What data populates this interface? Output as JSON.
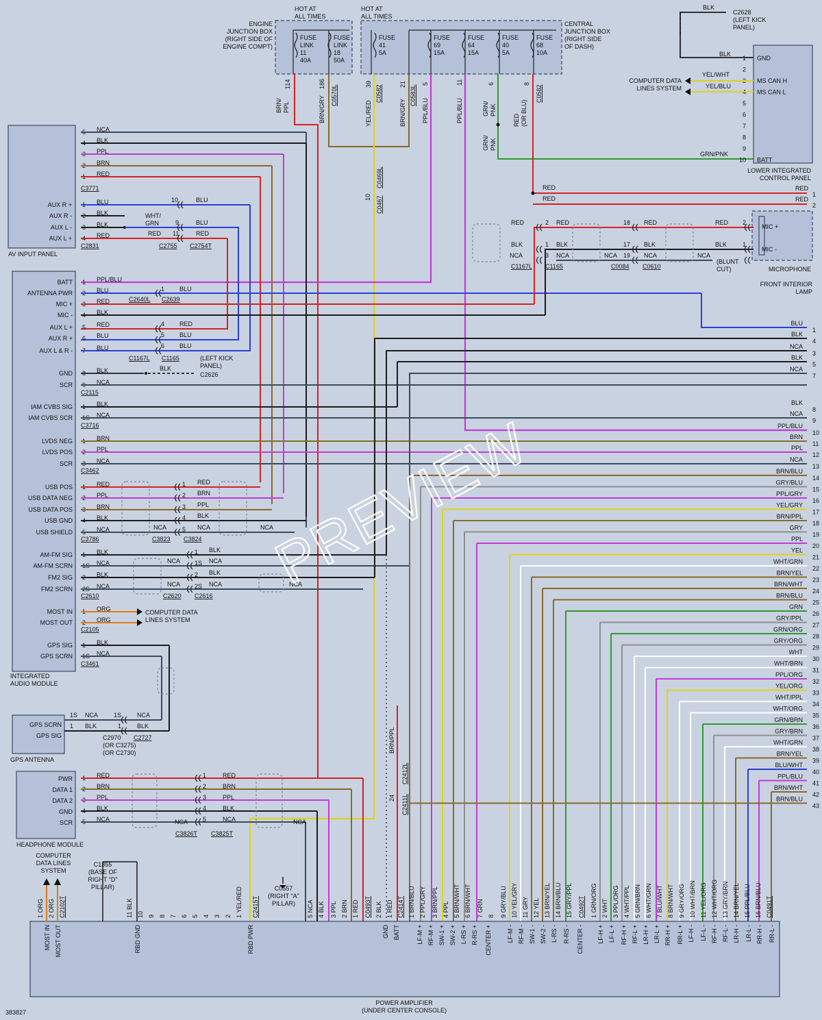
{
  "diagram_id": "383827",
  "watermark": "PREVIEW",
  "colors": {
    "RED": "#d62222",
    "BLK": "#1c1c1c",
    "BLU": "#2b3fd6",
    "PPL": "#c23bd6",
    "BRN": "#8a6a2a",
    "NCA": "#3a4a5a",
    "ORG": "#e07a18",
    "YEL": "#e0d21a",
    "GRN": "#2f9a2f",
    "WHT": "#ffffff",
    "GRY": "#8e8e8e"
  },
  "top": {
    "ejb_hot": "HOT AT\nALL TIMES",
    "ejb_label": "ENGINE\nJUNCTION BOX\n(RIGHT SIDE OF\nENGINE COMPT)",
    "cjb_hot": "HOT AT\nALL TIMES",
    "cjb_label": "CENTRAL\nJUNCTION BOX\n(RIGHT SIDE\nOF DASH)",
    "fuses": [
      "FUSE\nLINK\n11\n40A",
      "FUSE\nLINK\n18\n50A",
      "FUSE\n41\n5A",
      "FUSE\n69\n15A",
      "FUSE\n64\n15A",
      "FUSE\n40\n5A",
      "FUSE\n68\n10A"
    ],
    "vwires": [
      "BRN/\nPPL",
      "114",
      "BRN/GRY",
      "186",
      "C0570L",
      "YEL/RED",
      "39",
      "C0582",
      "BRN/GRY",
      "21",
      "C0583L",
      "5",
      "PPL/BLU",
      "11",
      "PPL/BLU",
      "6",
      "GRN/\nPNK",
      "8",
      "RED\n(OR BLU)",
      "C0582",
      "GRN/\nPNK"
    ],
    "c0469": "C0469L",
    "c0467": "C0467",
    "pin10": "10"
  },
  "licp": {
    "title": "LOWER INTEGRATED\nCONTROL PANEL",
    "pins": [
      "GND",
      "",
      "MS CAN H",
      "MS CAN L",
      "",
      "",
      "",
      "",
      "",
      "BATT"
    ],
    "nums": [
      "1",
      "2",
      "3",
      "4",
      "5",
      "6",
      "7",
      "8",
      "9",
      "10"
    ],
    "c2628": "C2628\n(LEFT KICK\nPANEL)",
    "blk_top": "BLK",
    "blk2": "BLK",
    "yelwht": "YEL/WHT",
    "yelblu": "YEL/BLU",
    "grnpnk": "GRN/PNK",
    "comp_data": "COMPUTER DATA\nLINES SYSTEM"
  },
  "mic": {
    "title": "MICROPHONE",
    "sub": "FRONT INTERIOR\nLAMP",
    "mic_plus": "MIC +",
    "mic_minus": "MIC -",
    "blunt": "(BLUNT\nCUT)"
  },
  "av_panel": {
    "title": "AV INPUT PANEL",
    "c3771_rows": [
      [
        "5",
        "NCA"
      ],
      [
        "4",
        "BLK"
      ],
      [
        "3",
        "PPL"
      ],
      [
        "2",
        "BRN"
      ],
      [
        "1",
        "RED"
      ]
    ],
    "c3771": "C3771",
    "c2831_rows": [
      [
        "AUX R +",
        "1",
        "BLU"
      ],
      [
        "AUX R -",
        "2",
        "BLK"
      ],
      [
        "AUX L -",
        "3",
        "BLK"
      ],
      [
        "AUX L +",
        "4",
        "RED"
      ]
    ],
    "c2831": "C2831",
    "c2755": "C2755",
    "c2754t": "C2754T",
    "wht_grn": "WHT/\nGRN"
  },
  "iam": {
    "title": "INTEGRATED\nAUDIO MODULE",
    "rows": [
      [
        "BATT",
        "1",
        "PPL/BLU"
      ],
      [
        "ANTENNA PWR",
        "2",
        "BLU"
      ],
      [
        "MIC +",
        "3",
        "RED"
      ],
      [
        "MIC -",
        "4",
        "BLK"
      ],
      [
        "AUX L +",
        "5",
        "RED"
      ],
      [
        "AUX R +",
        "6",
        "BLU"
      ],
      [
        "AUX L & R -",
        "7",
        "BLU"
      ],
      [
        "GND",
        "8",
        "BLK"
      ],
      [
        "SCR",
        "9",
        "NCA"
      ],
      [
        "IAM CVBS SIG",
        "1",
        "BLK"
      ],
      [
        "IAM CVBS SCR",
        "1S",
        "NCA"
      ],
      [
        "LVDS NEG",
        "1",
        "BRN"
      ],
      [
        "LVDS POS",
        "2",
        "PPL"
      ],
      [
        "SCR",
        "3",
        "NCA"
      ],
      [
        "USB POS",
        "1",
        "RED"
      ],
      [
        "USB DATA NEG",
        "2",
        "PPL"
      ],
      [
        "USB DATA POS",
        "3",
        "BRN"
      ],
      [
        "USB GND",
        "4",
        "BLK"
      ],
      [
        "USB SHIELD",
        "5",
        "NCA"
      ],
      [
        "AM-FM SIG",
        "1",
        "BLK"
      ],
      [
        "AM-FM SCRN",
        "1S",
        "NCA"
      ],
      [
        "FM2 SIG",
        "2",
        "BLK"
      ],
      [
        "FM2 SCRN",
        "2S",
        "NCA"
      ],
      [
        "MOST IN",
        "1",
        "ORG"
      ],
      [
        "MOST OUT",
        "2",
        "ORG"
      ],
      [
        "GPS SIG",
        "1",
        "BLK"
      ],
      [
        "GPS SCRN",
        "1S",
        "NCA"
      ]
    ],
    "conns": [
      "C2115",
      "C3716",
      "C3462",
      "C3786",
      "C2610",
      "C2105",
      "C3461"
    ],
    "c2640l": "C2640L",
    "c2639": "C2639",
    "c1167l": "C1167L",
    "c1165": "C1165",
    "left_kick": "(LEFT KICK\nPANEL)",
    "c2626": "C2626",
    "c3823": "C3823",
    "c3824": "C3824",
    "c2620": "C2620",
    "c2616": "C2616",
    "comp_data": "COMPUTER DATA\nLINES SYSTEM"
  },
  "gps": {
    "title": "GPS ANTENNA",
    "rows": [
      [
        "GPS SCRN",
        "1S",
        "NCA"
      ],
      [
        "GPS SIG",
        "1",
        "BLK"
      ]
    ],
    "c2970": "C2970\n(OR C3275)\n(OR C2730)",
    "c2727": "C2727"
  },
  "headphone": {
    "title": "HEADPHONE MODULE",
    "rows": [
      [
        "PWR",
        "1",
        "RED"
      ],
      [
        "DATA 1",
        "2",
        "BRN"
      ],
      [
        "DATA 2",
        "3",
        "PPL"
      ],
      [
        "GND",
        "4",
        "BLK"
      ],
      [
        "SCR",
        "5",
        "NCA"
      ]
    ],
    "c3826t": "C3826T",
    "c3825t": "C3825T"
  },
  "amp": {
    "title": "POWER AMPLIFIER\n(UNDER CENTER CONSOLE)",
    "pins": [
      "MOST IN",
      "MOST OUT",
      "RBD GND",
      "RBD PWR",
      "GND",
      "BATT",
      "LF-M +",
      "RF-M +",
      "SW-1 +",
      "SW-2 +",
      "L-RS +",
      "R-RS +",
      "CENTER +",
      "LF-M -",
      "RF-M -",
      "SW-1 -",
      "SW-2 -",
      "L-RS -",
      "R-RS -",
      "CENTER -",
      "LF-H +",
      "LF-L +",
      "RF-H +",
      "RF-L +",
      "LR-H +",
      "LR-L +",
      "RR-H +",
      "RR-L +",
      "LF-H -",
      "LF-L -",
      "RF-H -",
      "RF-L -",
      "LR-H -",
      "LR-L -",
      "RR-H -",
      "RR-L -"
    ],
    "c1355": "C1355\n(BASE OF\nRIGHT \"D\"\nPILLAR)",
    "c0557": "C0557\n(RIGHT \"A\"\nPILLAR)",
    "comp_data": "COMPUTER\nDATA LINES\nSYSTEM",
    "c2412l": "C2412L",
    "c2411l": "C2411L",
    "brnppl": "BRN/PPL",
    "pin24": "24"
  },
  "right_wires": [
    [
      "BLU",
      "1"
    ],
    [
      "BLK",
      "4"
    ],
    [
      "NCA",
      "3"
    ],
    [
      "BLK",
      "5"
    ],
    [
      "NCA",
      "7"
    ],
    [
      "BLK",
      "8"
    ],
    [
      "NCA",
      "9"
    ],
    [
      "PPL/BLU",
      "10"
    ],
    [
      "BRN",
      "11"
    ],
    [
      "PPL",
      "12"
    ],
    [
      "NCA",
      "13"
    ],
    [
      "BRN/BLU",
      "14"
    ],
    [
      "GRY/BLU",
      "15"
    ],
    [
      "PPL/GRY",
      "16"
    ],
    [
      "YEL/GRY",
      "17"
    ],
    [
      "BRN/PPL",
      "18"
    ],
    [
      "GRY",
      "19"
    ],
    [
      "PPL",
      "20"
    ],
    [
      "YEL",
      "21"
    ],
    [
      "WHT/GRN",
      "22"
    ],
    [
      "BRN/YEL",
      "23"
    ],
    [
      "BRN/WHT",
      "24"
    ],
    [
      "BRN/BLU",
      "25"
    ],
    [
      "GRN",
      "26"
    ],
    [
      "GRY/PPL",
      "27"
    ],
    [
      "GRN/ORG",
      "28"
    ],
    [
      "GRY/ORG",
      "29"
    ],
    [
      "WHT",
      "30"
    ],
    [
      "WHT/BRN",
      "31"
    ],
    [
      "PPL/ORG",
      "32"
    ],
    [
      "YEL/ORG",
      "33"
    ],
    [
      "WHT/PPL",
      "34"
    ],
    [
      "WHT/ORG",
      "35"
    ],
    [
      "GRN/BRN",
      "36"
    ],
    [
      "GRY/BRN",
      "37"
    ],
    [
      "WHT/GRN",
      "38"
    ],
    [
      "BRN/YEL",
      "39"
    ],
    [
      "BLU/WHT",
      "40"
    ],
    [
      "PPL/BLU",
      "41"
    ],
    [
      "BRN/WHT",
      "42"
    ],
    [
      "BRN/BLU",
      "43"
    ]
  ],
  "right_top": [
    [
      "RED",
      "1"
    ],
    [
      "RED",
      "2"
    ]
  ],
  "amp_bottom_wires": [
    [
      "1",
      "ORG"
    ],
    [
      "2",
      "ORG"
    ],
    [
      "C2102T",
      ""
    ],
    [
      "11",
      "BLK"
    ],
    [
      "10",
      ""
    ],
    [
      "9",
      ""
    ],
    [
      "8",
      ""
    ],
    [
      "7",
      ""
    ],
    [
      "6",
      ""
    ],
    [
      "5",
      ""
    ],
    [
      "4",
      ""
    ],
    [
      "3",
      ""
    ],
    [
      "2",
      ""
    ],
    [
      "1",
      "YEL/RED"
    ],
    [
      "C2415T",
      ""
    ],
    [
      "5",
      "NCA"
    ],
    [
      "4",
      "BLK"
    ],
    [
      "3",
      "PPL"
    ],
    [
      "2",
      "BRN"
    ],
    [
      "1",
      "RED"
    ],
    [
      "C0493T",
      ""
    ],
    [
      "2",
      "BLK"
    ],
    [
      "1",
      "RED"
    ],
    [
      "C2414T",
      ""
    ],
    [
      "1",
      "BRN/BLU"
    ],
    [
      "2",
      "PPL/GRY"
    ],
    [
      "3",
      "BRN/PPL"
    ],
    [
      "4",
      "PPL"
    ],
    [
      "5",
      "BRN/WHT"
    ],
    [
      "6",
      "BRN/WHT"
    ],
    [
      "7",
      "GRN"
    ],
    [
      "8",
      ""
    ],
    [
      "9",
      "GRY/BLU"
    ],
    [
      "10",
      "YEL/GRY"
    ],
    [
      "11",
      "GRY"
    ],
    [
      "12",
      "YEL"
    ],
    [
      "13",
      "BRN/YEL"
    ],
    [
      "14",
      "BRN/BLU"
    ],
    [
      "15",
      "GRY/PPL"
    ],
    [
      "C0492T",
      ""
    ],
    [
      "1",
      "GRN/ORG"
    ],
    [
      "2",
      "WHT"
    ],
    [
      "3",
      "PPL/ORG"
    ],
    [
      "4",
      "WHT/PPL"
    ],
    [
      "5",
      "GRN/BRN"
    ],
    [
      "6",
      "WHT/GRN"
    ],
    [
      "7",
      "BLU/WHT"
    ],
    [
      "8",
      "BRN/WHT"
    ],
    [
      "9",
      "GRY/ORG"
    ],
    [
      "10",
      "WHT/BRN"
    ],
    [
      "11",
      "YEL/ORG"
    ],
    [
      "12",
      "WHT/ORG"
    ],
    [
      "13",
      "GRY/BRN"
    ],
    [
      "14",
      "BRN/YEL"
    ],
    [
      "15",
      "PPL/BLU"
    ],
    [
      "16",
      "BRN/BLU"
    ],
    [
      "C0491T",
      ""
    ]
  ],
  "splices": {
    "c1167l": "C1167L",
    "c1165": "C1165",
    "c0084": "C0084",
    "c0610": "C0610"
  }
}
